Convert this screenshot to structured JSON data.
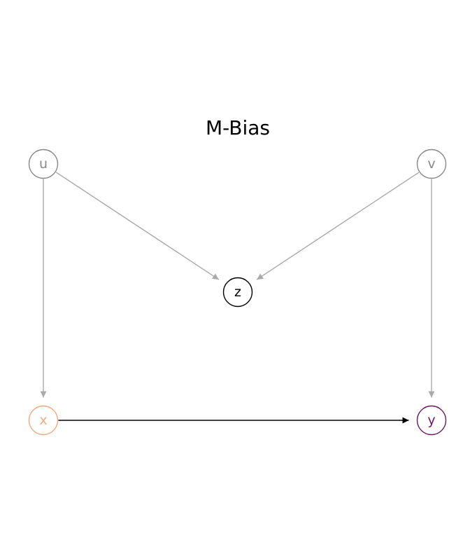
{
  "diagram": {
    "title": "M-Bias",
    "nodes": [
      {
        "id": "u",
        "label": "u",
        "color": "#888888",
        "role": "unobserved"
      },
      {
        "id": "v",
        "label": "v",
        "color": "#888888",
        "role": "unobserved"
      },
      {
        "id": "z",
        "label": "z",
        "color": "#000000",
        "role": "collider"
      },
      {
        "id": "x",
        "label": "x",
        "color": "#F2A97E",
        "role": "exposure"
      },
      {
        "id": "y",
        "label": "y",
        "color": "#6B1A64",
        "role": "outcome"
      }
    ],
    "edges": [
      {
        "from": "u",
        "to": "x",
        "color": "#AAAAAA"
      },
      {
        "from": "u",
        "to": "z",
        "color": "#AAAAAA"
      },
      {
        "from": "v",
        "to": "z",
        "color": "#AAAAAA"
      },
      {
        "from": "v",
        "to": "y",
        "color": "#AAAAAA"
      },
      {
        "from": "x",
        "to": "y",
        "color": "#000000"
      }
    ]
  }
}
